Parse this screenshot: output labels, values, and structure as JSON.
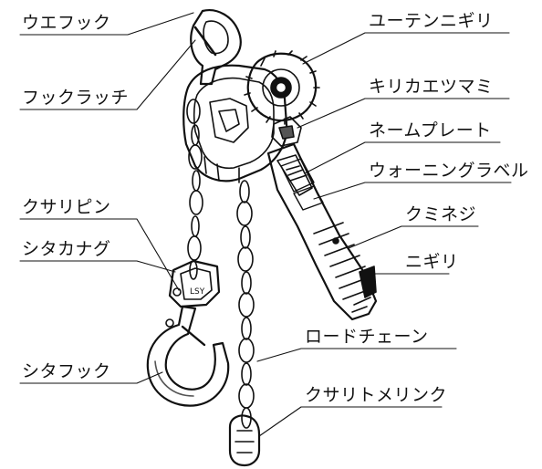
{
  "diagram": {
    "subject": "lever-hoist",
    "colors": {
      "ink": "#111111",
      "paper": "#ffffff",
      "shade": "#555555"
    },
    "labels": {
      "top_hook": "ウエフック",
      "hook_latch": "フックラッチ",
      "chain_pin": "クサリピン",
      "bottom_block": "シタカナグ",
      "bottom_hook": "シタフック",
      "grip_knob": "ユーテンニギリ",
      "selector_knob": "キリカエツマミ",
      "name_plate": "ネームプレート",
      "warning_label": "ウォーニングラベル",
      "lock_screw": "クミネジ",
      "grip": "ニギリ",
      "load_chain": "ロードチェーン",
      "slack_link": "クサリトメリンク"
    }
  }
}
